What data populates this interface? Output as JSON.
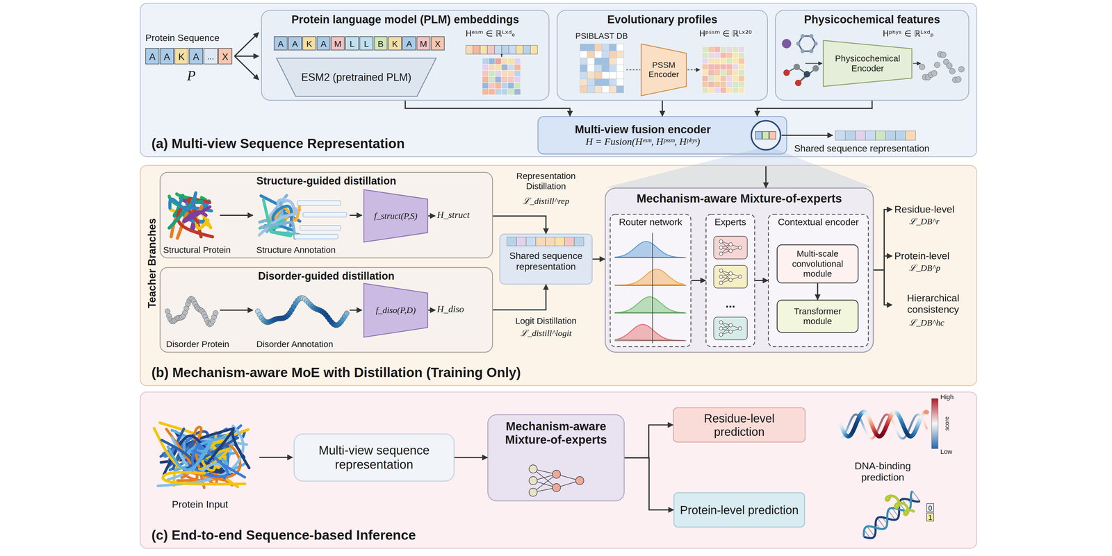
{
  "diagram": {
    "nodes": [
      {
        "text": [
          "(a) Multi-view Sequence Representation"
        ]
      },
      {
        "text": [
          "Protein language model (PLM) embeddings"
        ],
        "in": 0
      },
      {
        "text": [
          "ESM2 (pretrained PLM)"
        ],
        "in": 1
      },
      {
        "text": [
          "Evolutionary profiles"
        ],
        "in": 0
      },
      {
        "text": [
          "PSSM Encoder"
        ],
        "in": 3
      },
      {
        "text": [
          "Physicochemical features"
        ],
        "in": 0
      },
      {
        "text": [
          "Physicochemical Encoder"
        ],
        "in": 5
      },
      {
        "text": [
          "Multi-view fusion encoder",
          "H = Fusion(Hᵉˢᵐ, Hᵖˢˢᵐ, Hᵖʰʸˢ)"
        ],
        "in": 0
      },
      {
        "text": [
          "(b) Mechanism-aware MoE with Distillation (Training Only)"
        ]
      },
      {
        "text": [
          "Structure-guided distillation"
        ],
        "in": 8
      },
      {
        "text": [
          "f_struct(P,S)"
        ],
        "in": 9
      },
      {
        "text": [
          "Disorder-guided distillation"
        ],
        "in": 8
      },
      {
        "text": [
          "f_diso(P,D)"
        ],
        "in": 11
      },
      {
        "text": [
          "Shared sequence representation"
        ],
        "in": 8
      },
      {
        "text": [
          "Mechanism-aware Mixture-of-experts"
        ],
        "in": 8
      },
      {
        "text": [
          "Router network"
        ],
        "in": 14
      },
      {
        "text": [
          "Experts"
        ],
        "in": 14
      },
      {
        "text": [
          "Contextual encoder"
        ],
        "in": 14
      },
      {
        "text": [
          "Multi-scale convolutional module"
        ],
        "in": 17
      },
      {
        "text": [
          "Transformer module"
        ],
        "in": 17
      },
      {
        "text": [
          "(c) End-to-end Sequence-based Inference"
        ]
      },
      {
        "text": [
          "Multi-view sequence representation"
        ],
        "in": 20
      },
      {
        "text": [
          "Mechanism-aware Mixture-of-experts"
        ],
        "in": 20
      },
      {
        "text": [
          "Residue-level prediction"
        ],
        "in": 20
      },
      {
        "text": [
          "Protein-level prediction"
        ],
        "in": 20
      }
    ],
    "edges": [
      {
        "from": 1,
        "to": 7,
        "arrow": "to"
      },
      {
        "from": 3,
        "to": 7,
        "arrow": "to"
      },
      {
        "from": 5,
        "to": 7,
        "arrow": "to"
      },
      {
        "from": 7,
        "to": 14,
        "arrow": "to"
      },
      {
        "from": 9,
        "to": 13,
        "arrow": "to"
      },
      {
        "from": 11,
        "to": 13,
        "arrow": "to"
      },
      {
        "from": 13,
        "to": 14,
        "arrow": "to"
      },
      {
        "from": 15,
        "to": 16,
        "arrow": "to"
      },
      {
        "from": 16,
        "to": 17,
        "arrow": "to"
      },
      {
        "from": 18,
        "to": 19,
        "arrow": "to"
      },
      {
        "from": 21,
        "to": 22,
        "arrow": "to"
      },
      {
        "from": 22,
        "to": 23,
        "arrow": "to"
      },
      {
        "from": 22,
        "to": 24,
        "arrow": "to"
      }
    ],
    "labels": [
      "Protein Sequence",
      "A",
      "A",
      "K",
      "A",
      "...",
      "X",
      "P",
      "A",
      "A",
      "K",
      "A",
      "M",
      "L",
      "L",
      "B",
      "K",
      "A",
      "M",
      "X",
      "Hᵉˢᵐ ∈ ℝᴸˣᵈₑ",
      "PSIBLAST DB",
      "Hᵖˢˢᵐ ∈ ℝᴸˣ²⁰",
      "Hᵖʰʸˢ ∈ ℝᴸˣᵈₚ",
      "Shared sequence representation",
      "Teacher Branches",
      "Structural Protein",
      "Structure Annotation",
      "H_struct",
      "Disorder Protein",
      "Disorder Annotation",
      "H_diso",
      "Representation Distillation",
      "ℒ_distill^rep",
      "Logit Distillation",
      "ℒ_distill^logit",
      "...",
      "Residue-level",
      "ℒ_DB^r",
      "Protein-level",
      "ℒ_DB^p",
      "Hierarchical consistency",
      "ℒ_DB^hc",
      "Protein Input",
      "High",
      "score",
      "Low",
      "DNA-binding prediction",
      "0",
      "1"
    ]
  }
}
